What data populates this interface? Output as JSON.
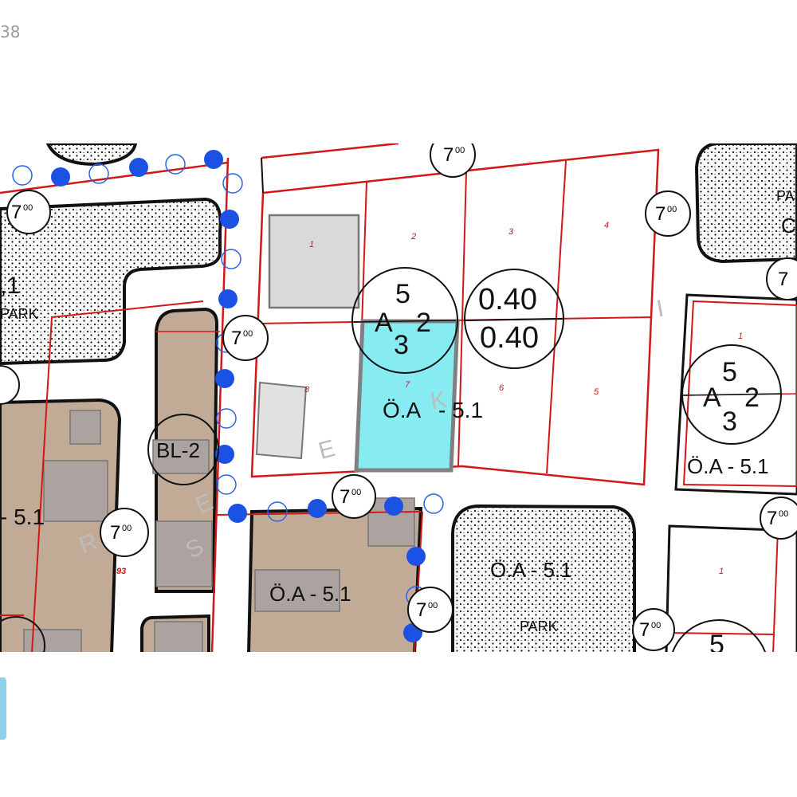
{
  "header": {
    "counter": "38"
  },
  "map": {
    "widths": [
      "7",
      "00"
    ],
    "park_label": "PARK",
    "zone_oa": "Ö.A - 5.1",
    "zone_oa_prefix": "Ö.A",
    "zone_oa_suffix": "- 5.1",
    "zone_bl": "BL-2",
    "left_zone": "- 5.1",
    "left_park_code": ",1",
    "right_park_label": "PA",
    "right_park_letter": "C",
    "ratio_top": "0.40",
    "ratio_bottom": "0.40",
    "density": {
      "top": "5",
      "mid": "A",
      "sub": "2",
      "bottom": "3"
    },
    "parcels": [
      "1",
      "2",
      "3",
      "4",
      "5",
      "6",
      "7",
      "8"
    ],
    "right_parcel": "1",
    "lot_number": "93",
    "right_edge_fragment": "7",
    "street_letters": [
      "E",
      "K",
      "R",
      "E",
      "S",
      "I"
    ],
    "bottom_right_fragment": "5"
  }
}
